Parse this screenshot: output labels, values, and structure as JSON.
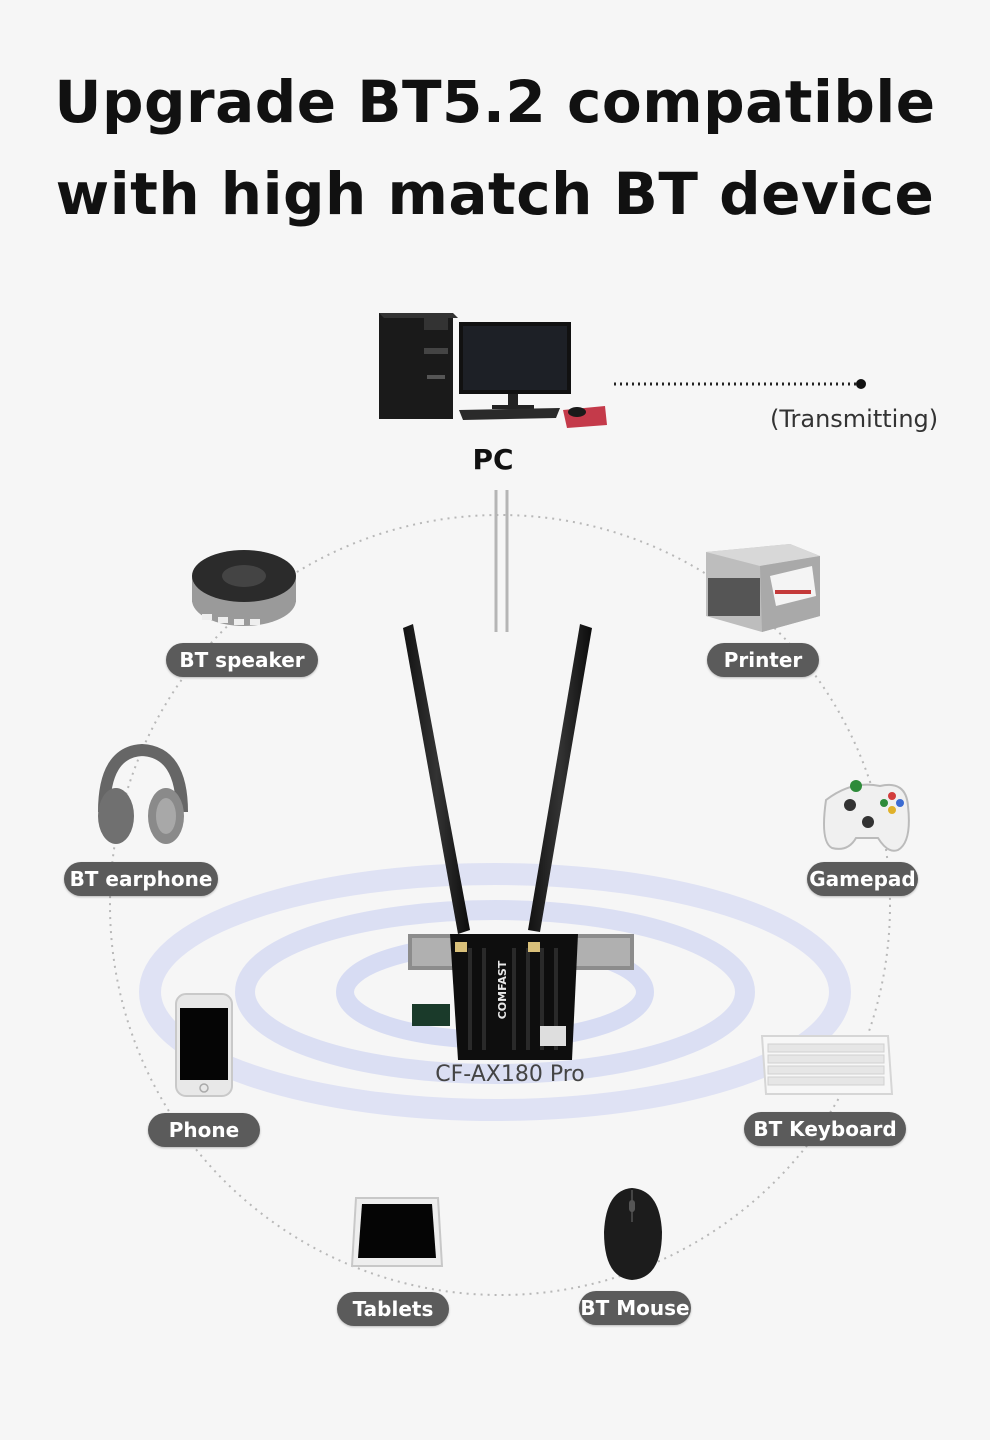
{
  "headline": {
    "line1": "Upgrade BT5.2 compatible",
    "line2": "with high match BT device"
  },
  "center": {
    "pc_label": "PC",
    "transmit_label": "(Transmitting)",
    "model_label": "CF-AX180 Pro",
    "brand_text": "COMFAST"
  },
  "devices": {
    "speaker": "BT speaker",
    "printer": "Printer",
    "earphone": "BT earphone",
    "gamepad": "Gamepad",
    "phone": "Phone",
    "keyboard": "BT Keyboard",
    "tablets": "Tablets",
    "mouse": "BT Mouse"
  },
  "colors": {
    "pill_bg": "#5b5b5b",
    "background": "#f6f6f6",
    "wave": "#d6dbf3"
  }
}
